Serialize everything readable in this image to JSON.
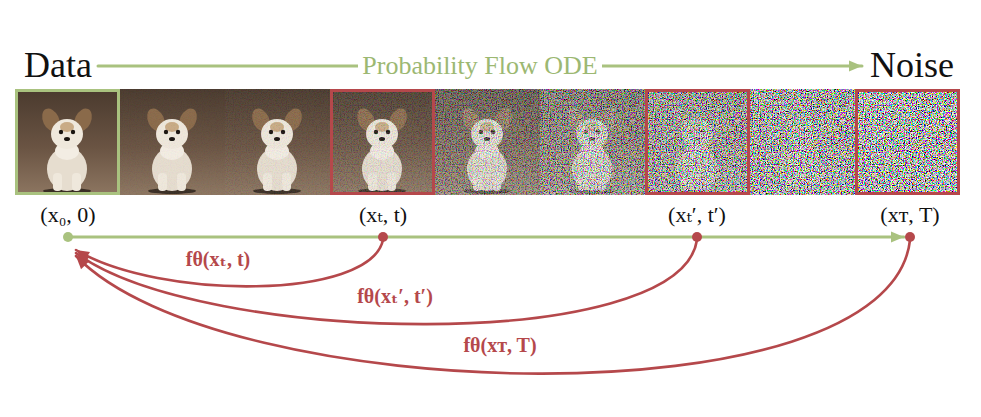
{
  "diagram": {
    "nodes": [
      {
        "text": [
          "Data"
        ]
      },
      {
        "text": [
          "Noise"
        ]
      },
      {
        "text": [
          "(x₀, 0)"
        ]
      },
      {
        "text": [
          "(xₜ, t)"
        ]
      },
      {
        "text": [
          "(xₜ′, t′)"
        ]
      },
      {
        "text": [
          "(xᴛ, T)"
        ]
      }
    ],
    "edges": [
      {
        "from": 0,
        "to": 1,
        "arrow": "to",
        "label": "Probability Flow ODE"
      },
      {
        "from": 2,
        "to": 5,
        "arrow": "to"
      },
      {
        "from": 3,
        "to": 2,
        "arrow": "to",
        "label": "fθ(xₜ, t)"
      },
      {
        "from": 4,
        "to": 2,
        "arrow": "to",
        "label": "fθ(xₜ′, t′)"
      },
      {
        "from": 5,
        "to": 2,
        "arrow": "to",
        "label": "fθ(xᴛ, T)"
      }
    ]
  }
}
